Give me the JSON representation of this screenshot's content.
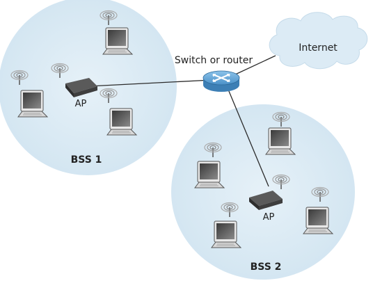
{
  "labels": {
    "internet": "Internet",
    "switch_router": "Switch or router",
    "ap": "AP",
    "bss1": "BSS 1",
    "bss2": "BSS 2"
  },
  "colors": {
    "bss_fill": "#dcebf5",
    "cloud_fill": "#dcebf5",
    "router_fill": "#5a9fd4",
    "ap_fill": "#3a3a3a",
    "line": "#2b2b2b"
  },
  "icons": [
    "laptop-icon",
    "access-point-icon",
    "router-icon",
    "cloud-icon",
    "wireless-signal-icon"
  ]
}
